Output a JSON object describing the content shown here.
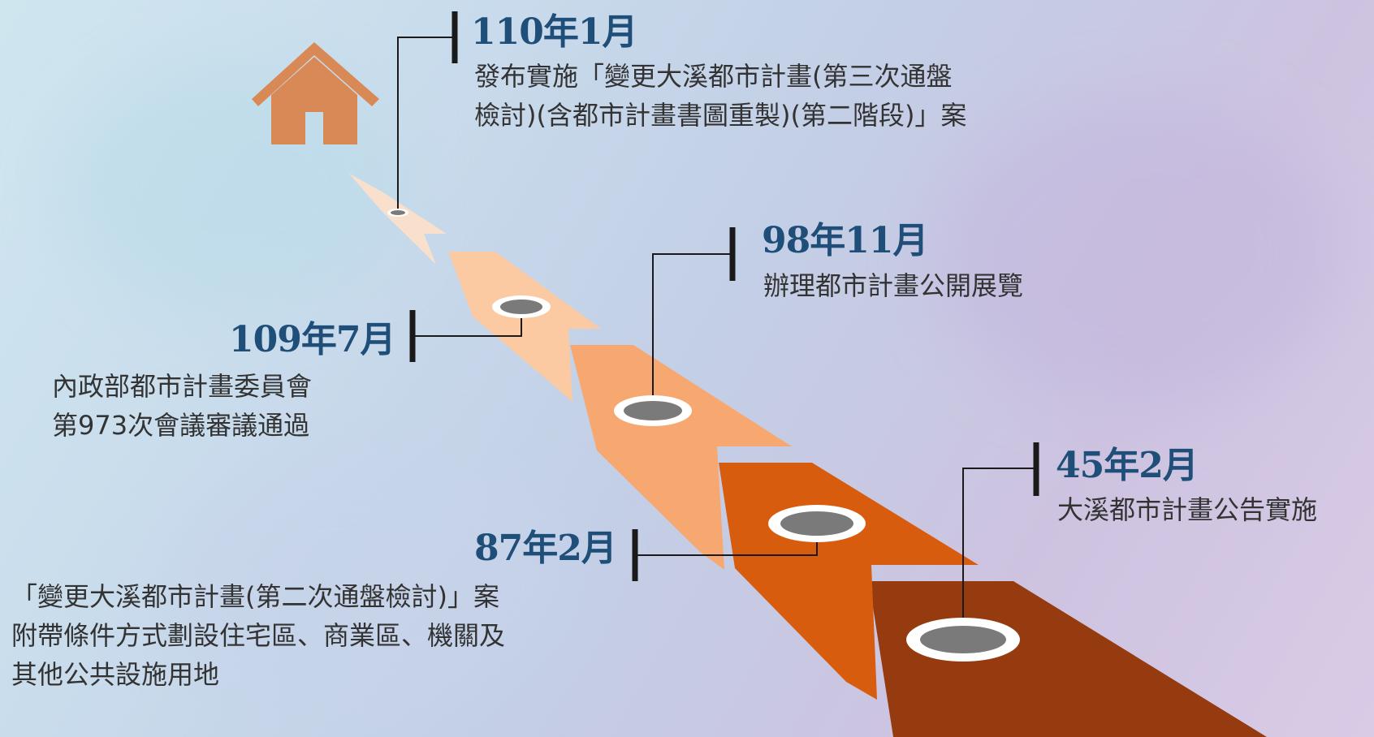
{
  "colors": {
    "date_text": "#1f4e79",
    "desc_text": "#333333",
    "house": "#d98956",
    "arrows": [
      "#f9e0cc",
      "#fbc9a2",
      "#f6a870",
      "#d85c0e",
      "#963b10"
    ],
    "marker_fill": "#7a7a7a",
    "marker_ring": "#ffffff",
    "connector": "#1a1a1a"
  },
  "icons": {
    "home": "house-icon"
  },
  "milestones": [
    {
      "date": "110年1月",
      "lines": [
        "發布實施「變更大溪都市計畫(第三次通盤",
        "檢討)(含都市計畫書圖重製)(第二階段)」案"
      ]
    },
    {
      "date": "109年7月",
      "lines": [
        "內政部都市計畫委員會",
        "第973次會議審議通過"
      ]
    },
    {
      "date": "98年11月",
      "lines": [
        "辦理都市計畫公開展覽"
      ]
    },
    {
      "date": "87年2月",
      "lines": [
        "「變更大溪都市計畫(第二次通盤檢討)」案",
        "附帶條件方式劃設住宅區、商業區、機關及",
        "其他公共設施用地"
      ]
    },
    {
      "date": "45年2月",
      "lines": [
        "大溪都市計畫公告實施"
      ]
    }
  ]
}
